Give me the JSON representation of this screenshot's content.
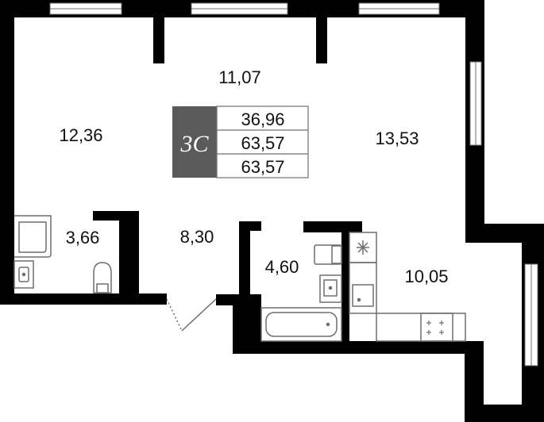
{
  "plan": {
    "apartment_type": "3С",
    "summary_areas": [
      "36,96",
      "63,57",
      "63,57"
    ],
    "rooms": {
      "top": "11,07",
      "left": "12,36",
      "right": "13,53",
      "bathroom_left": "3,66",
      "hall": "8,30",
      "bathroom_center": "4,60",
      "kitchen": "10,05"
    }
  },
  "colors": {
    "wall": "#000000",
    "badge": "#5a5a5a",
    "line": "#6f6f6f",
    "window": "#ffffff"
  }
}
